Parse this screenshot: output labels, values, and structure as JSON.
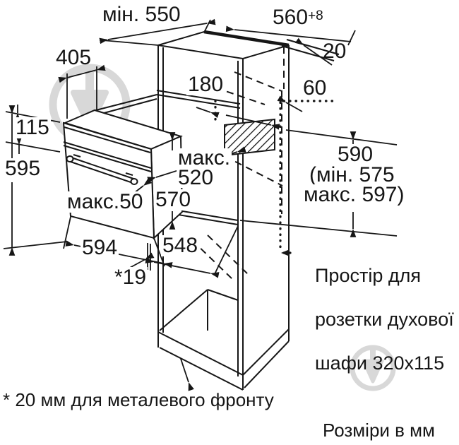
{
  "diagram_title_semantic": "built-in oven installation dimensions",
  "units": "mm",
  "labels": {
    "min_550": "мін. 550",
    "d560": "560",
    "d560_sup": "+8",
    "d20": "20",
    "d405": "405",
    "d180": "180",
    "d60": "60",
    "d115": "115",
    "d595": "595",
    "maks_50": "макс.50",
    "maks_520_l1": "макс.",
    "maks_520_l2": "520",
    "d570": "570",
    "d594": "594",
    "d548": "548",
    "star19": "*19",
    "d590": "590",
    "d590_min": "(мін. 575",
    "d590_max": "макс. 597)"
  },
  "socket_note": {
    "line1": "Простір для",
    "line2": "розетки духової",
    "line3": "шафи 320x115"
  },
  "footnote": "* 20 мм для металевого фронту",
  "units_note": "Розміри в мм",
  "colors": {
    "line": "#161616",
    "watermark": "#d8d8d8",
    "background": "#ffffff"
  }
}
